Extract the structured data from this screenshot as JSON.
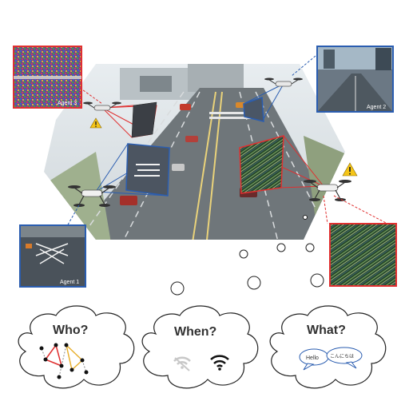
{
  "colors": {
    "red": "#e03030",
    "blue": "#2a5db0",
    "warning": "#f5c518",
    "yellow_edge": "#e8b030"
  },
  "agents": [
    {
      "label": "Agent 3",
      "frame_color": "#e03030",
      "status": "noisy"
    },
    {
      "label": "Agent 2",
      "frame_color": "#2a5db0",
      "status": "clean"
    },
    {
      "label": "Agent 1",
      "frame_color": "#2a5db0",
      "status": "clean"
    }
  ],
  "questions": [
    {
      "label": "Who?"
    },
    {
      "label": "When?"
    },
    {
      "label": "What?"
    }
  ],
  "what_bubbles": {
    "left": "Hello",
    "right": "こんにちは"
  },
  "icons": [
    "warning-icon",
    "warning-icon",
    "wifi-weak-icon",
    "wifi-strong-icon",
    "drone-icon"
  ]
}
